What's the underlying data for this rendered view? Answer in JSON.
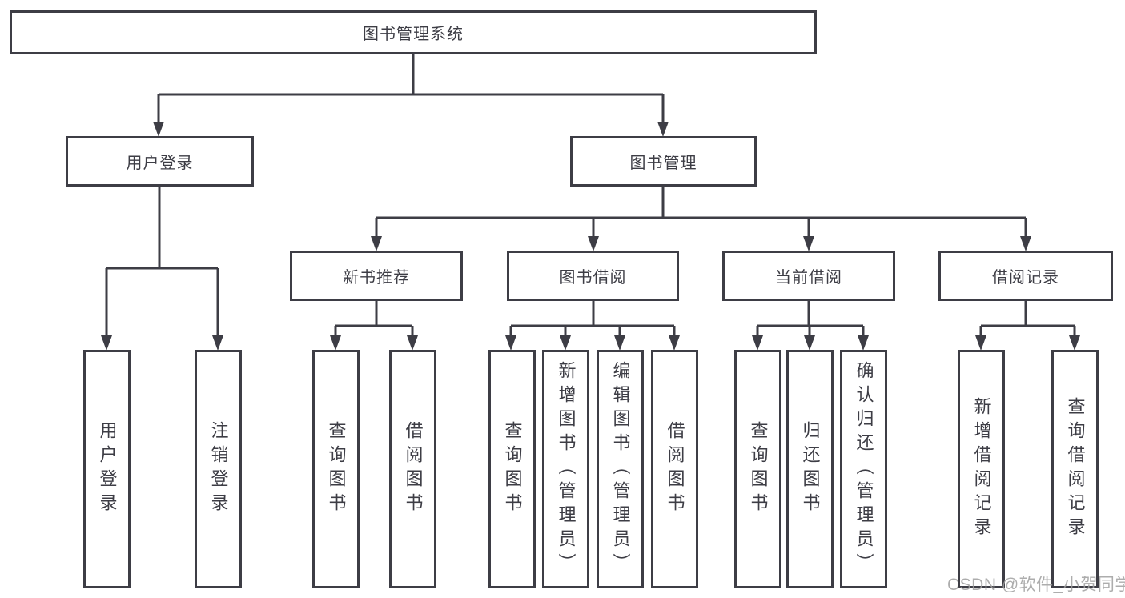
{
  "diagram": {
    "title": "图书管理系统",
    "branches": {
      "user_login": {
        "label": "用户登录",
        "children": [
          "用户登录",
          "注销登录"
        ]
      },
      "book_management": {
        "label": "图书管理",
        "children": {
          "new_book": {
            "label": "新书推荐",
            "children": [
              "查询图书",
              "借阅图书"
            ]
          },
          "borrow": {
            "label": "图书借阅",
            "children": [
              "查询图书",
              "新增图书（管理员）",
              "编辑图书（管理员）",
              "借阅图书"
            ]
          },
          "current": {
            "label": "当前借阅",
            "children": [
              "查询图书",
              "归还图书",
              "确认归还（管理员）"
            ]
          },
          "records": {
            "label": "借阅记录",
            "children": [
              "新增借阅记录",
              "查询借阅记录"
            ]
          }
        }
      }
    }
  },
  "watermark": {
    "text": "CSDN @软件_小贺同学"
  },
  "colors": {
    "line": "#3d3d45",
    "box_background": "#ffffff",
    "text": "#3d3d45",
    "watermark": "#9f9f9f"
  }
}
